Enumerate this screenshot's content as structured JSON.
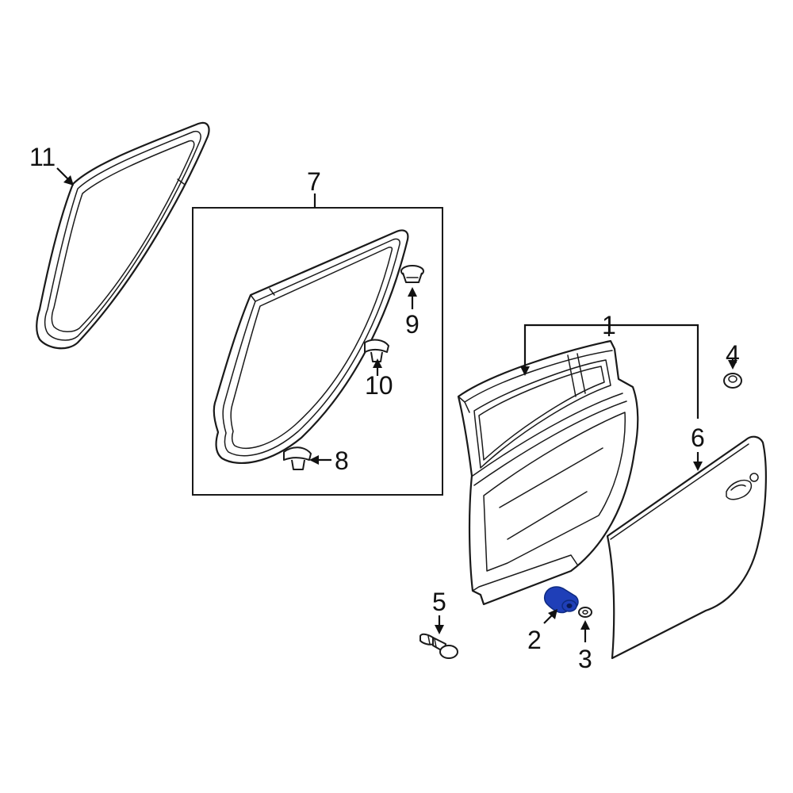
{
  "colors": {
    "line": "#1a1a1a",
    "background": "#ffffff",
    "highlight": "#1f3fb8"
  },
  "callouts": {
    "c1": "1",
    "c2": "2",
    "c3": "3",
    "c4": "4",
    "c5": "5",
    "c6": "6",
    "c7": "7",
    "c8": "8",
    "c9": "9",
    "c10": "10",
    "c11": "11"
  },
  "highlighted_part": "2"
}
